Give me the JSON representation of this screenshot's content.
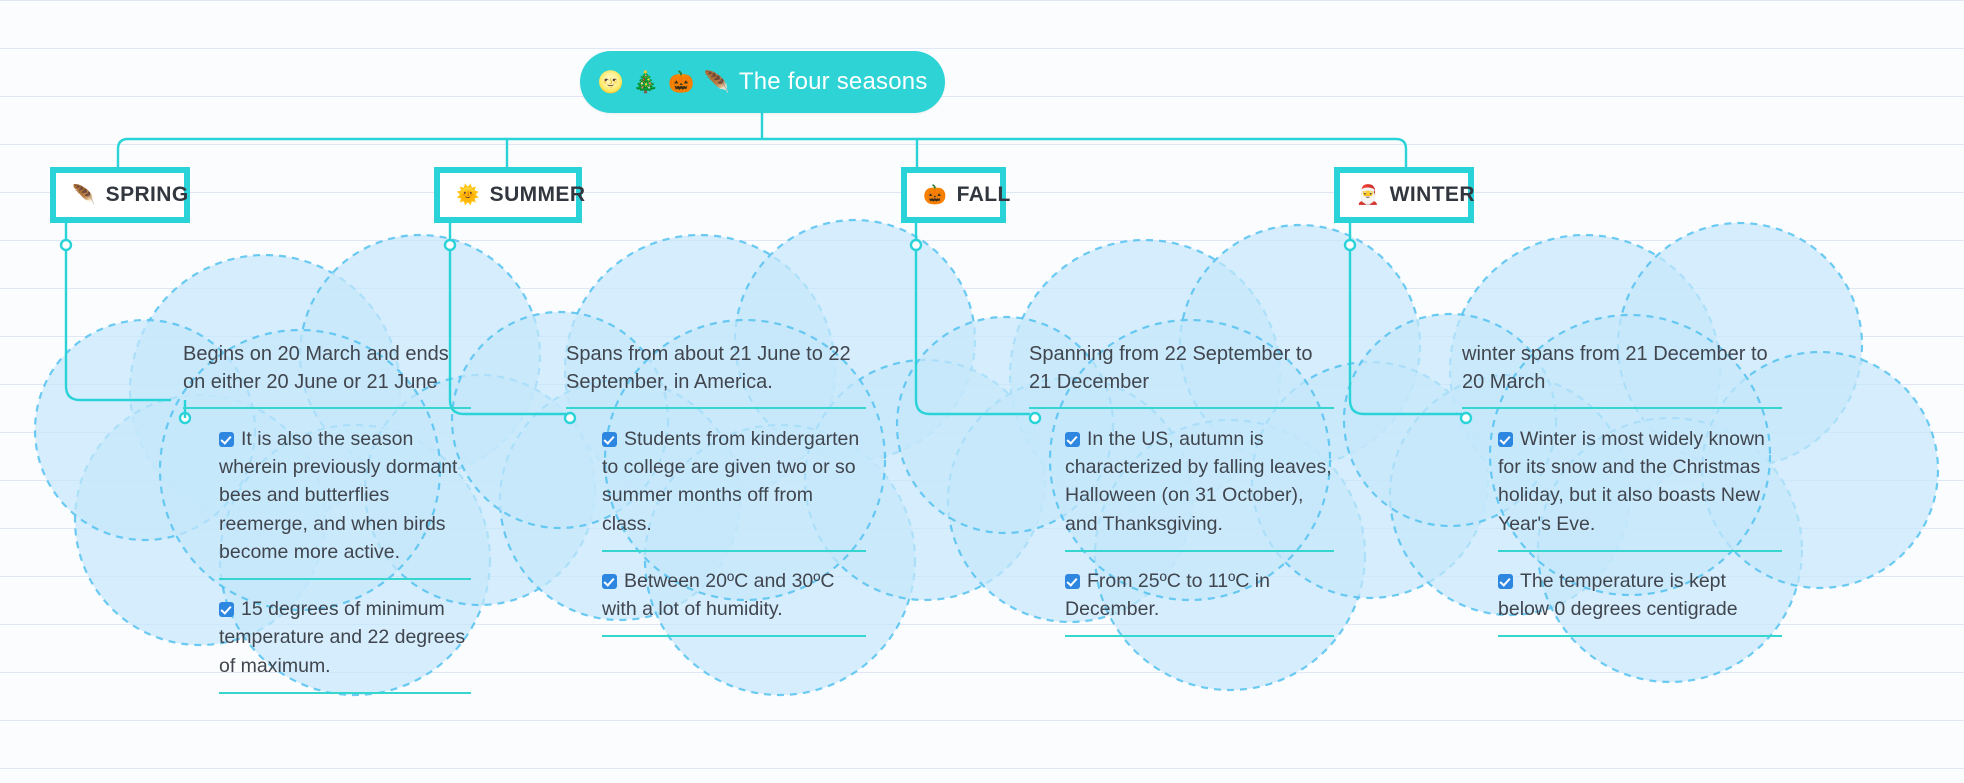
{
  "root": {
    "emojis": [
      "🌝",
      "🎄",
      "🎃",
      "🪶"
    ],
    "title": "The four seasons",
    "color": "#2ed3d6"
  },
  "theme": {
    "accent": "#29d3d8",
    "rule_color": "#34d6cf",
    "checkbox_color": "#2d86e0",
    "cloud_fill": "#c6e8fb",
    "cloud_stroke": "#53c2f0",
    "text_color": "#40454e",
    "page_background": "#fbfcfe",
    "ruled_line_color": "#d6e0f5"
  },
  "branches": [
    {
      "emoji": "🪶",
      "label": "SPRING",
      "summary": "Begins on 20 March and ends on either 20 June or 21 June",
      "items": [
        "It is also the season wherein previously dormant bees and butterflies reemerge, and when birds become more active.",
        "15 degrees of minimum temperature and 22 degrees of maximum."
      ]
    },
    {
      "emoji": "🌞",
      "label": "SUMMER",
      "summary": "Spans from about 21 June to 22 September, in America.",
      "items": [
        "Students from kindergarten to college are given two or so summer months off from class.",
        "Between 20ºC and 30ºC with a lot of humidity."
      ]
    },
    {
      "emoji": "🎃",
      "label": "FALL",
      "summary": "Spanning from 22 September to 21 December",
      "items": [
        "In the US, autumn is characterized by falling leaves, Halloween (on 31 October), and Thanksgiving.",
        "From 25ºC to 11ºC in December."
      ]
    },
    {
      "emoji": "🎅",
      "label": "WINTER",
      "summary": "winter spans from 21 December to 20 March",
      "items": [
        "Winter is most widely known for its snow and the Christmas holiday, but it also boasts New Year's Eve.",
        "The temperature is kept below 0 degrees centigrade"
      ]
    }
  ]
}
